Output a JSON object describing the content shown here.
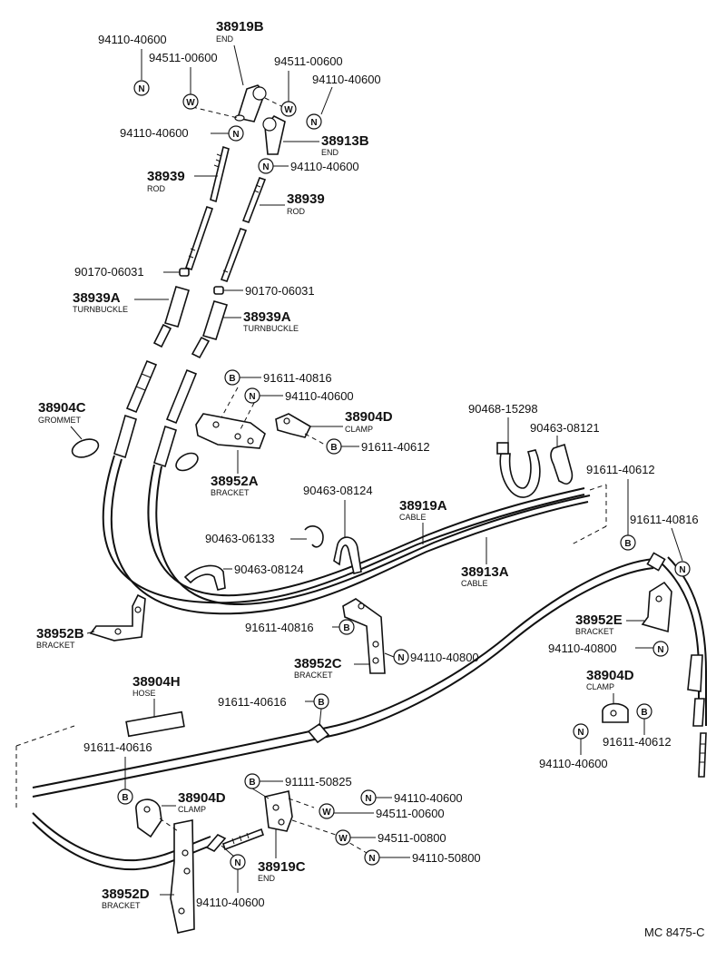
{
  "diagram_ref": "MC 8475-C",
  "labels": {
    "p38919B": "38919B",
    "p38919B_sub": "END",
    "p94110_40600_a": "94110-40600",
    "p94511_00600_a": "94511-00600",
    "p94511_00600_b": "94511-00600",
    "p94110_40600_b": "94110-40600",
    "p94110_40600_c": "94110-40600",
    "p38913B": "38913B",
    "p38913B_sub": "END",
    "p94110_40600_d": "94110-40600",
    "p38939_a": "38939",
    "p38939_a_sub": "ROD",
    "p38939_b": "38939",
    "p38939_b_sub": "ROD",
    "p90170_a": "90170-06031",
    "p90170_b": "90170-06031",
    "p38939A_a": "38939A",
    "p38939A_a_sub": "TURNBUCKLE",
    "p38939A_b": "38939A",
    "p38939A_b_sub": "TURNBUCKLE",
    "p91611_40816_a": "91611-40816",
    "p94110_40600_e": "94110-40600",
    "p38904D_a": "38904D",
    "p38904D_a_sub": "CLAMP",
    "p91611_40612_a": "91611-40612",
    "p38904C": "38904C",
    "p38904C_sub": "GROMMET",
    "p38952A": "38952A",
    "p38952A_sub": "BRACKET",
    "p90468": "90468-15298",
    "p90463_08121": "90463-08121",
    "p91611_40612_b": "91611-40612",
    "p90463_08124_a": "90463-08124",
    "p38919A": "38919A",
    "p38919A_sub": "CABLE",
    "p90463_06133": "90463-06133",
    "p90463_08124_b": "90463-08124",
    "p38913A": "38913A",
    "p38913A_sub": "CABLE",
    "p91611_40816_b": "91611-40816",
    "p38952B": "38952B",
    "p38952B_sub": "BRACKET",
    "p91611_40816_c": "91611-40816",
    "p94110_40800_a": "94110-40800",
    "p38952C": "38952C",
    "p38952C_sub": "BRACKET",
    "p38952E": "38952E",
    "p38952E_sub": "BRACKET",
    "p94110_40800_b": "94110-40800",
    "p38904H": "38904H",
    "p38904H_sub": "HOSE",
    "p91611_40616_a": "91611-40616",
    "p38904D_b": "38904D",
    "p38904D_b_sub": "CLAMP",
    "p91611_40616_b": "91611-40616",
    "p91611_40612_c": "91611-40612",
    "p94110_40600_f": "94110-40600",
    "p91111_50825": "91111-50825",
    "p94110_40600_g": "94110-40600",
    "p38904D_c": "38904D",
    "p38904D_c_sub": "CLAMP",
    "p94511_00600_c": "94511-00600",
    "p94511_00800": "94511-00800",
    "p94110_50800": "94110-50800",
    "p38919C": "38919C",
    "p38919C_sub": "END",
    "p38952D": "38952D",
    "p38952D_sub": "BRACKET",
    "p94110_40600_h": "94110-40600"
  },
  "symbols": {
    "nut": "N",
    "washer": "W",
    "bolt": "B"
  }
}
